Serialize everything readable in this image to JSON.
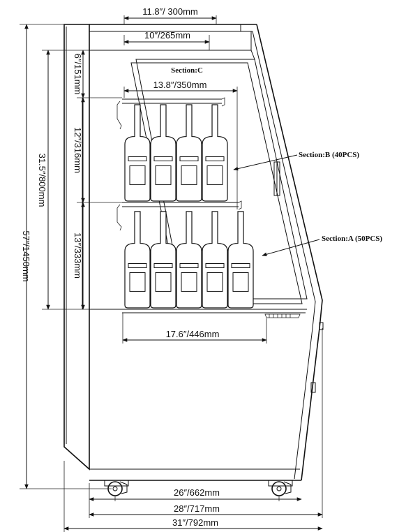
{
  "dimensions": {
    "top_width": "11.8″/ 300mm",
    "inner_top_width": "10″/265mm",
    "shelf_depth": "13.8″/350mm",
    "base_shelf_depth": "17.6″/446mm",
    "wheel_base": "26″/662mm",
    "body_width": "28″/717mm",
    "total_width": "31″/792mm",
    "total_height": "57″/1450mm",
    "display_height": "31.5″/800mm",
    "section_c_height": "6″/151mm",
    "section_b_height": "12″/316mm",
    "section_a_height": "13″/333mm"
  },
  "sections": {
    "c": "Section:C",
    "b": "Section:B (40PCS)",
    "a": "Section:A (50PCS)"
  }
}
